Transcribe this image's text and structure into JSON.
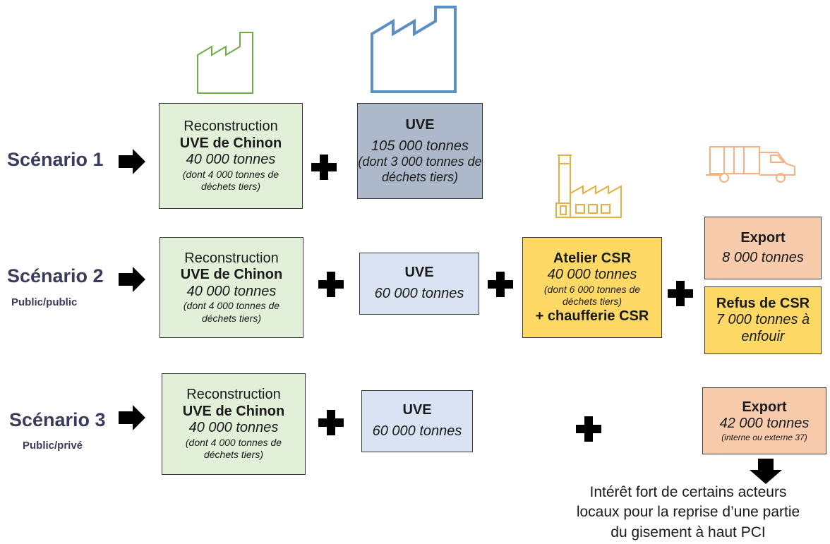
{
  "scenarios": [
    {
      "label": "Scénario 1",
      "sub": ""
    },
    {
      "label": "Scénario 2",
      "sub": "Public/public"
    },
    {
      "label": "Scénario 3",
      "sub": "Public/privé"
    }
  ],
  "s1": {
    "chinon": {
      "line1": "Reconstruction",
      "line2": "UVE de Chinon",
      "line3": "40 000 tonnes",
      "line4": "(dont 4 000 tonnes de déchets tiers)"
    },
    "uve": {
      "line1": "UVE",
      "line2": "105 000 tonnes",
      "line3": "(dont 3 000 tonnes de déchets tiers)"
    }
  },
  "s2": {
    "chinon": {
      "line1": "Reconstruction",
      "line2": "UVE de Chinon",
      "line3": "40 000 tonnes",
      "line4": "(dont 4 000 tonnes de déchets tiers)"
    },
    "uve": {
      "line1": "UVE",
      "line2": "60 000 tonnes"
    },
    "csr": {
      "line1": "Atelier CSR",
      "line2": "40 000 tonnes",
      "line3": "(dont 6 000 tonnes de déchets tiers)",
      "line4": "+ chaufferie CSR"
    },
    "export": {
      "line1": "Export",
      "line2": "8 000 tonnes"
    },
    "refus": {
      "line1": "Refus de CSR",
      "line2": "7 000 tonnes à enfouir"
    }
  },
  "s3": {
    "chinon": {
      "line1": "Reconstruction",
      "line2": "UVE de Chinon",
      "line3": "40 000 tonnes",
      "line4": "(dont 4 000 tonnes de déchets tiers)"
    },
    "uve": {
      "line1": "UVE",
      "line2": "60 000 tonnes"
    },
    "export": {
      "line1": "Export",
      "line2": "42 000 tonnes",
      "line3": "(interne ou externe 37)"
    }
  },
  "note": {
    "line1": "Intérêt fort de certains acteurs",
    "line2": "locaux pour la reprise d’une partie",
    "line3": "du gisement à haut PCI"
  },
  "colors": {
    "factory_green": "#70ad47",
    "factory_blue": "#5b8fc6",
    "factory_gold": "#e6b040",
    "truck_orange": "#f4b183",
    "scenario_text": "#3b3b5c"
  },
  "icons": [
    "factory-icon",
    "factory-icon",
    "industrial-plant-icon",
    "truck-icon",
    "arrow-right-icon",
    "plus-icon",
    "arrow-down-icon"
  ]
}
